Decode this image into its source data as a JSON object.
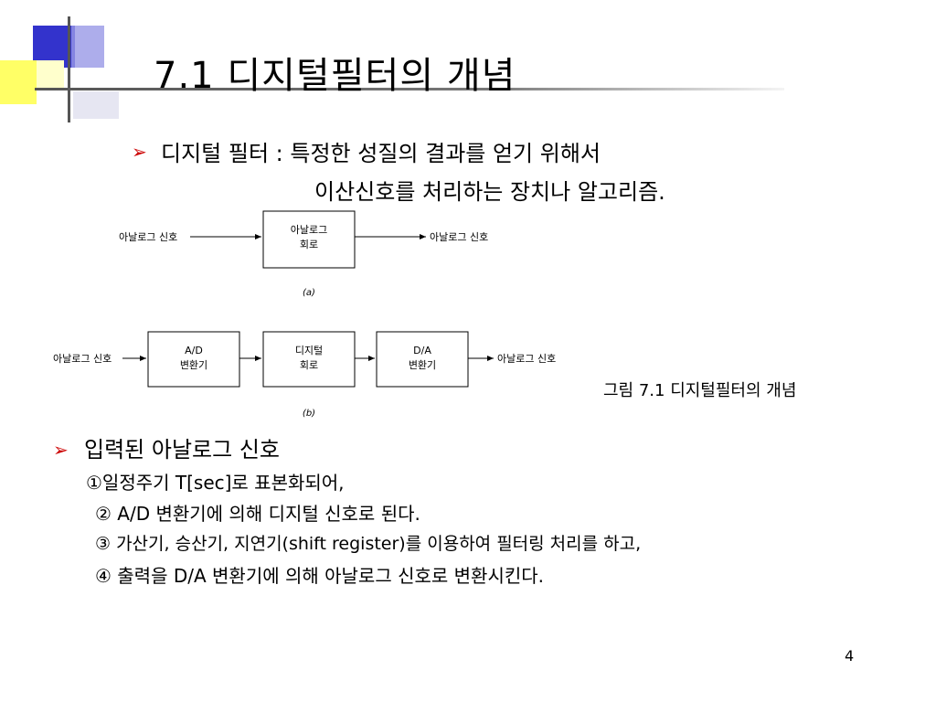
{
  "slide": {
    "title": "7.1  디지털필터의 개념",
    "page_number": "4",
    "accent_color": "#cc0000"
  },
  "definition": {
    "line1": "디지털 필터 : 특정한 성질의 결과를 얻기 위해서",
    "line2": "이산신호를 처리하는 장치나 알고리즘."
  },
  "diagram_a": {
    "input": "아날로그 신호",
    "block": [
      "아날로그",
      "회로"
    ],
    "output": "아날로그 신호",
    "label": "(a)"
  },
  "diagram_b": {
    "input": "아날로그 신호",
    "block1": [
      "A/D",
      "변환기"
    ],
    "block2": [
      "디지털",
      "회로"
    ],
    "block3": [
      "D/A",
      "변환기"
    ],
    "output": "아날로그 신호",
    "label": "(b)"
  },
  "caption": "그림 7.1 디지털필터의 개념",
  "process": {
    "heading": "입력된 아날로그 신호",
    "steps": [
      "①일정주기 T[sec]로 표본화되어,",
      "② A/D 변환기에 의해 디지털 신호로 된다.",
      "③ 가산기, 승산기, 지연기(shift register)를 이용하여 필터링 처리를 하고,",
      "④ 출력을 D/A 변환기에 의해 아날로그 신호로 변환시킨다."
    ]
  }
}
